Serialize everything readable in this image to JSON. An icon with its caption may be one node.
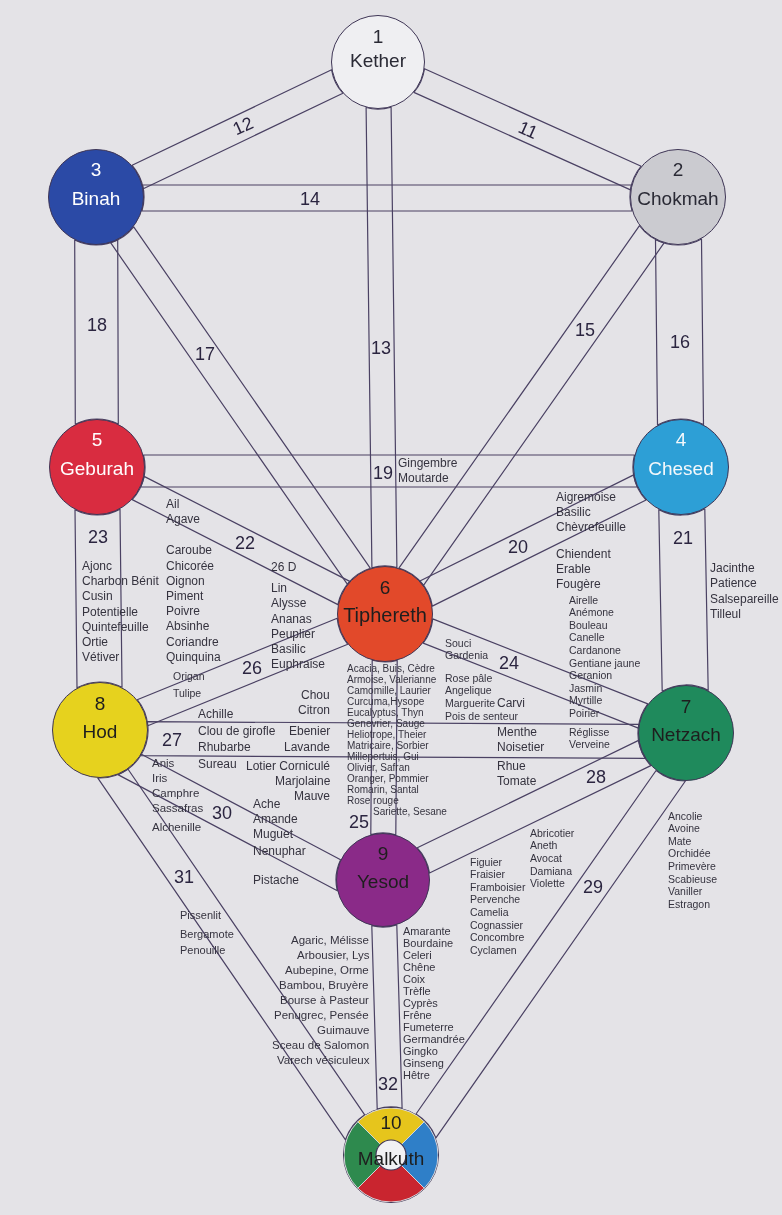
{
  "diagram": {
    "nodes": [
      {
        "text": [
          "1",
          "Kether"
        ]
      },
      {
        "text": [
          "3",
          "Binah"
        ]
      },
      {
        "text": [
          "2",
          "Chokmah"
        ]
      },
      {
        "text": [
          "5",
          "Geburah"
        ]
      },
      {
        "text": [
          "4",
          "Chesed"
        ]
      },
      {
        "text": [
          "6",
          "Tiphereth"
        ]
      },
      {
        "text": [
          "8",
          "Hod"
        ]
      },
      {
        "text": [
          "7",
          "Netzach"
        ]
      },
      {
        "text": [
          "9",
          "Yesod"
        ]
      },
      {
        "text": [
          "10",
          "Malkuth"
        ]
      }
    ],
    "edges": [
      {
        "from": 0,
        "to": 2,
        "arrow": "none",
        "label": "11"
      },
      {
        "from": 0,
        "to": 1,
        "arrow": "none",
        "label": "12"
      },
      {
        "from": 0,
        "to": 5,
        "arrow": "none",
        "label": "13"
      },
      {
        "from": 1,
        "to": 2,
        "arrow": "none",
        "label": "14"
      },
      {
        "from": 2,
        "to": 5,
        "arrow": "none",
        "label": "15"
      },
      {
        "from": 2,
        "to": 4,
        "arrow": "none",
        "label": "16"
      },
      {
        "from": 1,
        "to": 5,
        "arrow": "none",
        "label": "17"
      },
      {
        "from": 1,
        "to": 3,
        "arrow": "none",
        "label": "18"
      },
      {
        "from": 3,
        "to": 4,
        "arrow": "none",
        "label": "19"
      },
      {
        "from": 4,
        "to": 5,
        "arrow": "none",
        "label": "20"
      },
      {
        "from": 4,
        "to": 7,
        "arrow": "none",
        "label": "21"
      },
      {
        "from": 3,
        "to": 5,
        "arrow": "none",
        "label": "22"
      },
      {
        "from": 3,
        "to": 6,
        "arrow": "none",
        "label": "23"
      },
      {
        "from": 5,
        "to": 7,
        "arrow": "none",
        "label": "24"
      },
      {
        "from": 5,
        "to": 8,
        "arrow": "none",
        "label": "25"
      },
      {
        "from": 5,
        "to": 6,
        "arrow": "none",
        "label": "26"
      },
      {
        "from": 6,
        "to": 7,
        "arrow": "none",
        "label": "27"
      },
      {
        "from": 7,
        "to": 8,
        "arrow": "none",
        "label": "28"
      },
      {
        "from": 7,
        "to": 9,
        "arrow": "none",
        "label": "29"
      },
      {
        "from": 6,
        "to": 8,
        "arrow": "none",
        "label": "30"
      },
      {
        "from": 6,
        "to": 9,
        "arrow": "none",
        "label": "31"
      },
      {
        "from": 8,
        "to": 9,
        "arrow": "none",
        "label": "32"
      }
    ],
    "labels": [
      "Gingembre",
      "Moutarde",
      "Aigremoise",
      "Basilic",
      "Chèvrefeuille",
      "Chiendent",
      "Erable",
      "Fougère",
      "Ail",
      "Agave",
      "Caroube",
      "Chicorée",
      "Oignon",
      "Piment",
      "Poivre",
      "Absinhe",
      "Coriandre",
      "Quinquina",
      "Ajonc",
      "Charbon Bénit",
      "Cusin",
      "Potentielle",
      "Quintefeuille",
      "Ortie",
      "Vétiver",
      "26 D",
      "Lin",
      "Alysse",
      "Ananas",
      "Peuplier",
      "Basilic",
      "Euphraise",
      "Jacinthe",
      "Patience",
      "Salsepareille",
      "Tilleul",
      "Airelle",
      "Anémone",
      "Bouleau",
      "Canelle",
      "Cardanone",
      "Gentiane jaune",
      "Geranion",
      "Jasmin",
      "Myrtille",
      "Poirier",
      "Réglisse",
      "Verveine",
      "Souci",
      "Gardenia",
      "Rose pâle",
      "Angelique",
      "Marguerite",
      "Pois de senteur",
      "Acacia, Buis, Cèdre",
      "Armoise, Valerianne",
      "Camomille, Laurier",
      "Curcuma,Hysope",
      "Eucalyptus, Thyn",
      "Genevrier, Sauge",
      "Heliotrope, Theier",
      "Matricaire, Sorbier",
      "Millepertuis, Gui",
      "Olivier, Safran",
      "Oranger, Pommier",
      "Romarin, Santal",
      "Rose rouge",
      "Sariette, Sesane",
      "Origan",
      "Tulipe",
      "Chou",
      "Citron",
      "Ebenier",
      "Lavande",
      "Lotier Corniculé",
      "Marjolaine",
      "Mauve",
      "Carvi",
      "Menthe",
      "Noisetier",
      "Rhue",
      "Tomate",
      "Achille",
      "Clou de girofle",
      "Rhubarbe",
      "Sureau",
      "Anis",
      "Iris",
      "Camphre",
      "Sassafras",
      "Alchenille",
      "Abricotier",
      "Aneth",
      "Avocat",
      "Damiana",
      "Violette",
      "Ache",
      "Amande",
      "Muguet",
      "Nenuphar",
      "Pistache",
      "Figuier",
      "Fraisier",
      "Framboisier",
      "Pervenche",
      "Camelia",
      "Cognassier",
      "Concombre",
      "Cyclamen",
      "Ancolie",
      "Avoine",
      "Mate",
      "Orchidée",
      "Primevère",
      "Scabieuse",
      "Vaniller",
      "Estragon",
      "Pissenlit",
      "Bergamote",
      "Penouille",
      "Amarante",
      "Bourdaine",
      "Celeri",
      "Chêne",
      "Coix",
      "Trèfle",
      "Cyprès",
      "Frêne",
      "Fumeterre",
      "Germandrée",
      "Gingko",
      "Ginseng",
      "Hêtre",
      "Agaric, Mélisse",
      "Arbousier, Lys",
      "Aubepine, Orme",
      "Bambou, Bruyère",
      "Bourse à Pasteur",
      "Penugrec, Pensée",
      "Guimauve",
      "Sceau de Salomon",
      "Varech vésiculeux"
    ]
  }
}
